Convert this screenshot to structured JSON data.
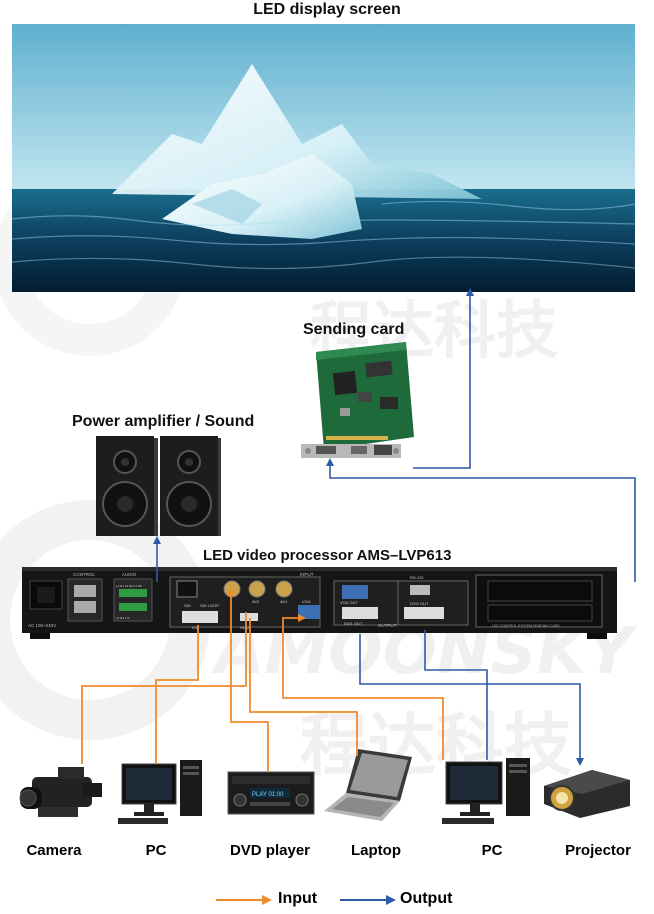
{
  "titles": {
    "screen": "LED display screen",
    "sending_card": "Sending card",
    "amplifier": "Power amplifier / Sound",
    "processor": "LED video processor AMS–LVP613"
  },
  "devices": [
    {
      "id": "camera",
      "label": "Camera"
    },
    {
      "id": "pc1",
      "label": "PC"
    },
    {
      "id": "dvd",
      "label": "DVD player"
    },
    {
      "id": "laptop",
      "label": "Laptop"
    },
    {
      "id": "pc2",
      "label": "PC"
    },
    {
      "id": "projector",
      "label": "Projector"
    }
  ],
  "legend": {
    "input": "Input",
    "output": "Output"
  },
  "processor_panel": {
    "control": "CONTROL",
    "audio": "AUDIO",
    "input": "INPUT",
    "output": "OUTPUT",
    "power_rating": "AC 100~240V",
    "audio_ports_top": "L1 R1 L2 R2 L3 R3",
    "audio_ports_bottom": "L4 R4 L R",
    "sdi": "SDI",
    "sdi_loop": "SDI LOOP",
    "av1": "AV1",
    "av2": "AV2",
    "dvi": "DVI",
    "hdmi": "HDMI",
    "vga": "VGA",
    "vga_out": "VGA OUT",
    "dvi_out1": "DVI1 OUT",
    "dvi_out2": "DVI2 OUT",
    "rs232": "RS-232",
    "sending_card_bay": "LED CONTROL SYSTEM SENDING CARD"
  },
  "colors": {
    "input_line": "#f28a2e",
    "output_line": "#2f5aa8"
  },
  "watermark": {
    "chinese": "程达科技",
    "latin": "AMOONSKY"
  },
  "pc_display": "PLAY 01:00"
}
